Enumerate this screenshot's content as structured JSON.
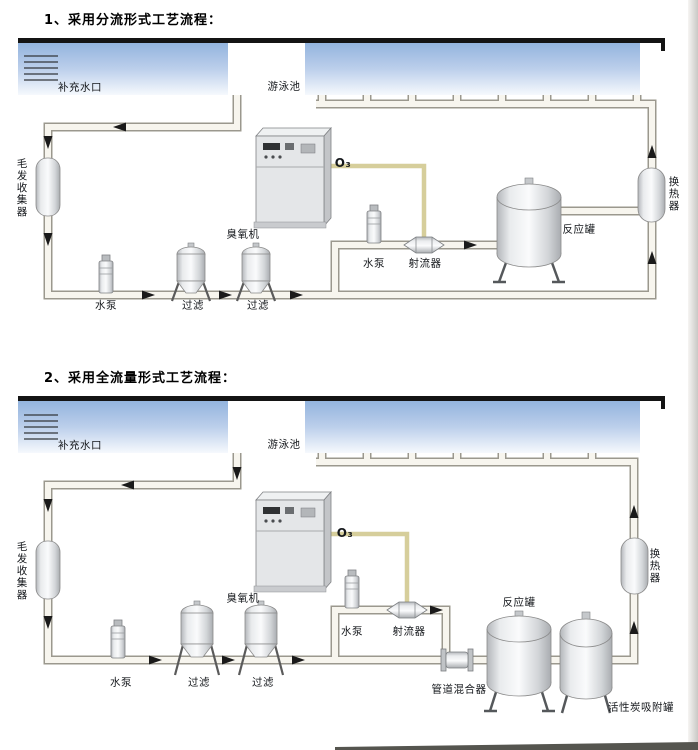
{
  "colors": {
    "pool_blue": "#93b4de",
    "pipe_outline": "#9b988e",
    "pipe_fill": "#f7f5ee",
    "ozone_line": "#d6ce9b",
    "arrow": "#1a1a1a"
  },
  "diagram1": {
    "title": "1、采用分流形式工艺流程：",
    "labels": {
      "makeup_inlet": "补充水口",
      "pool": "游泳池",
      "hair_collector": "毛发收集器",
      "ozone_generator": "臭氧机",
      "ozone_gas": "O₃",
      "booster_pump": "水泵",
      "ejector": "射流器",
      "reaction_tank": "反应罐",
      "heat_exchanger": "换热器",
      "main_pump": "水泵",
      "filter_1": "过滤",
      "filter_2": "过滤"
    }
  },
  "diagram2": {
    "title": "2、采用全流量形式工艺流程：",
    "labels": {
      "makeup_inlet": "补充水口",
      "pool": "游泳池",
      "hair_collector": "毛发收集器",
      "ozone_generator": "臭氧机",
      "ozone_gas": "O₃",
      "booster_pump": "水泵",
      "ejector": "射流器",
      "pipeline_mixer": "管道混合器",
      "reaction_tank": "反应罐",
      "carbon_tank": "活性炭吸附罐",
      "heat_exchanger": "换热器",
      "main_pump": "水泵",
      "filter_1": "过滤",
      "filter_2": "过滤"
    }
  }
}
